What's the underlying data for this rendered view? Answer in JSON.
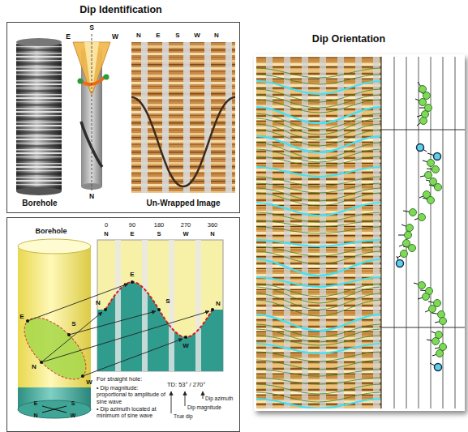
{
  "diagram": {
    "nodes": [
      {
        "text": [
          "Dip Identification",
          "Borehole",
          "Un-Wrapped Image"
        ]
      },
      {
        "text": [
          "Borehole",
          "For straight hole:",
          "• Dip magnitude: proportional to amplitude of sine wave",
          "• Dip azimuth located at minimum of sine wave"
        ]
      },
      {
        "text": [
          "Dip Orientation"
        ]
      }
    ],
    "labels": [
      "S",
      "E",
      "W",
      "N",
      "E",
      "S",
      "W",
      "N",
      "N",
      "0",
      "90",
      "180",
      "270",
      "360",
      "N",
      "E",
      "S",
      "W",
      "N",
      "E",
      "N",
      "S",
      "N",
      "E",
      "S",
      "W",
      "N",
      "W",
      "E",
      "S",
      "N",
      "W",
      "TD: 53° / 270°",
      "Dip azimuth",
      "Dip magnitude",
      "True dip"
    ]
  }
}
